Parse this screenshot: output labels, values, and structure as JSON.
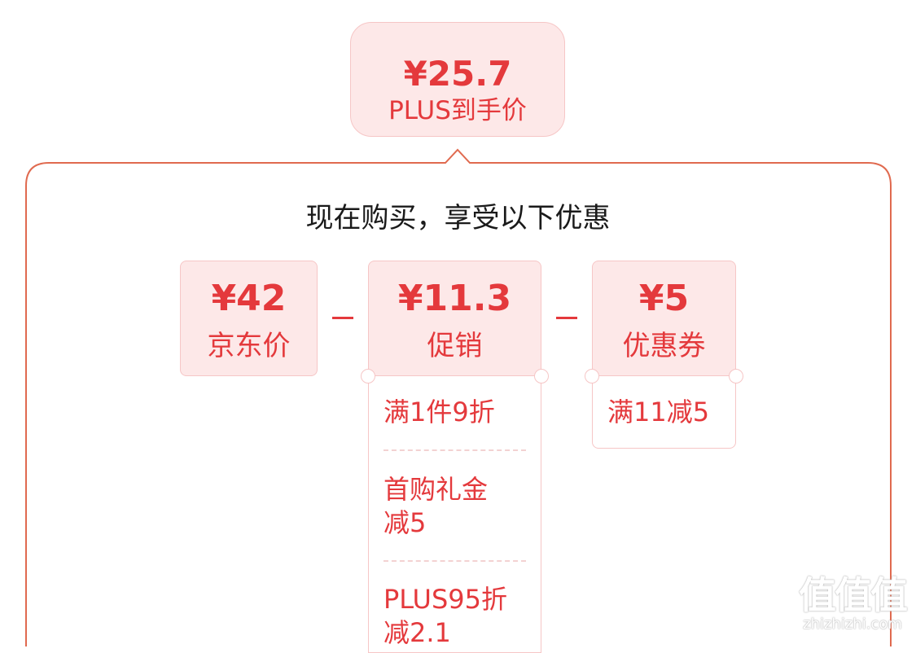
{
  "top_price": {
    "price": "¥25.7",
    "label": "PLUS到手价"
  },
  "heading": "现在购买，享受以下优惠",
  "breakdown": [
    {
      "price": "¥42",
      "label": "京东价"
    },
    {
      "price": "¥11.3",
      "label": "促销"
    },
    {
      "price": "¥5",
      "label": "优惠券"
    }
  ],
  "operators": [
    "-",
    "-"
  ],
  "promotions": [
    {
      "line1": "满1件9折",
      "line2": ""
    },
    {
      "line1": "首购礼金",
      "line2": "减5"
    },
    {
      "line1": "PLUS95折",
      "line2": "减2.1"
    }
  ],
  "coupons": [
    {
      "line1": "满11减5"
    }
  ],
  "watermark": {
    "logo": "值值值",
    "url": "zhizhizhi.com"
  },
  "colors": {
    "accent": "#e4393c",
    "card_bg": "#fde8e8",
    "border": "#f6c6c6",
    "frame": "#e06a4f"
  }
}
